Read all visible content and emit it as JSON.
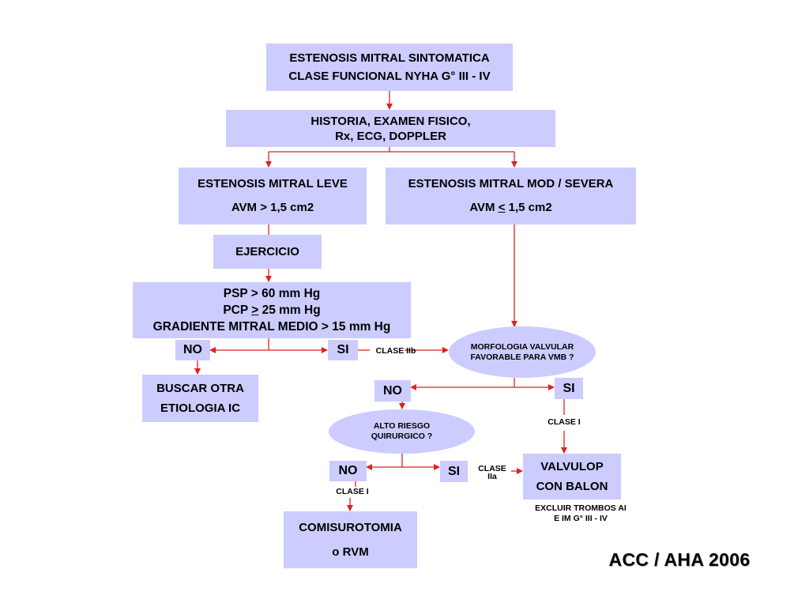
{
  "colors": {
    "box_fill": "#ccccff",
    "connector": "#dd2222",
    "text": "#000000"
  },
  "nodes": {
    "sintomatica": {
      "line1": "ESTENOSIS MITRAL SINTOMATICA",
      "line2": "CLASE FUNCIONAL NYHA G° III - IV"
    },
    "historia": {
      "line1": "HISTORIA, EXAMEN FISICO,",
      "line2": "Rx, ECG, DOPPLER"
    },
    "leve": {
      "line1": "ESTENOSIS MITRAL LEVE",
      "line2": "AVM > 1,5 cm2"
    },
    "severa": {
      "line1": "ESTENOSIS MITRAL MOD / SEVERA",
      "line2_prefix": "AVM ",
      "line2_symbol": "<",
      "line2_suffix": " 1,5 cm2"
    },
    "ejercicio": {
      "label": "EJERCICIO"
    },
    "psp": {
      "line1": "PSP > 60 mm Hg",
      "line2_prefix": "PCP ",
      "line2_symbol": ">",
      "line2_suffix": " 25 mm Hg",
      "line3": "GRADIENTE MITRAL MEDIO > 15 mm Hg"
    },
    "no_1": {
      "label": "NO"
    },
    "si_1": {
      "label": "SI"
    },
    "buscar": {
      "line1": "BUSCAR OTRA",
      "line2": "ETIOLOGIA IC"
    },
    "morfologia": {
      "line1": "MORFOLOGIA VALVULAR",
      "line2": "FAVORABLE PARA VMB ?"
    },
    "no_2": {
      "label": "NO"
    },
    "si_2": {
      "label": "SI"
    },
    "alto_riesgo": {
      "line1": "ALTO RIESGO",
      "line2": "QUIRURGICO ?"
    },
    "no_3": {
      "label": "NO"
    },
    "si_3": {
      "label": "SI"
    },
    "valvulop": {
      "line1": "VALVULOP",
      "line2": "CON BALON"
    },
    "comisurotomia": {
      "line1": "COMISUROTOMIA",
      "line2": "o RVM"
    }
  },
  "labels": {
    "clase_iib": "CLASE IIb",
    "clase_i_right": "CLASE I",
    "clase_iia_line1": "CLASE",
    "clase_iia_line2": "IIa",
    "clase_i_left": "CLASE I",
    "excluir_line1": "EXCLUIR TROMBOS AI",
    "excluir_line2": "E IM G° III - IV"
  },
  "footer": {
    "title": "ACC / AHA 2006"
  }
}
